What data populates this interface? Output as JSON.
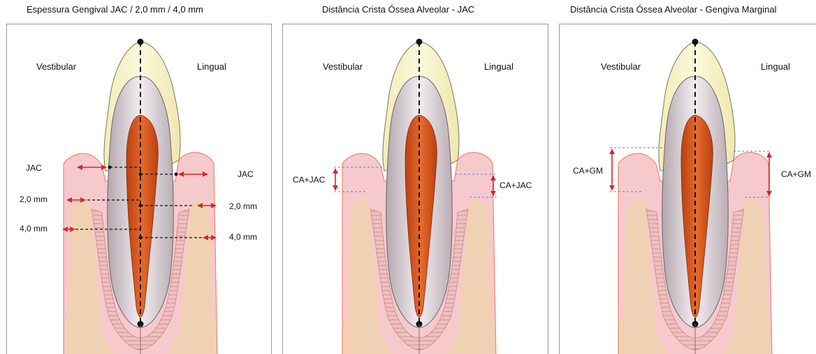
{
  "panels": [
    {
      "title": "Espessura Gengival JAC / 2,0 mm / 4,0 mm",
      "side_left": "Vestibular",
      "side_right": "Lingual",
      "left_labels": [
        "JAC",
        "2,0 mm",
        "4,0 mm"
      ],
      "right_labels": [
        "JAC",
        "2,0 mm",
        "4,0 mm"
      ]
    },
    {
      "title": "Distância Crista Óssea Alveolar - JAC",
      "side_left": "Vestibular",
      "side_right": "Lingual",
      "left_label": "CA+JAC",
      "right_label": "CA+JAC"
    },
    {
      "title": "Distância Crista Óssea Alveolar - Gengiva Marginal",
      "side_left": "Vestibular",
      "side_right": "Lingual",
      "left_label": "CA+GM",
      "right_label": "CA+GM"
    }
  ],
  "colors": {
    "enamel": "#f6f2c4",
    "dentin": "#dcd0d6",
    "pulp": "#cf4f1c",
    "gingiva": "#f6c9cd",
    "gingiva_edge": "#e8886c",
    "bone": "#f1d1b3",
    "pdl": "#eab3b3",
    "measure_red": "#d9242a",
    "guide_blue": "#5b7fd6"
  }
}
